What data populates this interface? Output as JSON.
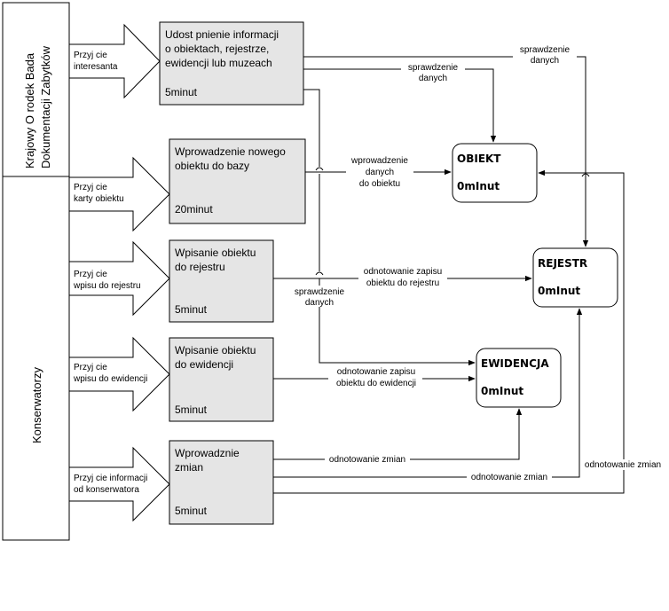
{
  "lanes": {
    "top": [
      "Krajowy O rodek Bada",
      "Dokumentacji Zabytków"
    ],
    "bottom": "Konserwatorzy"
  },
  "inputs": [
    {
      "id": "in1",
      "lines": [
        "Przyj cie",
        "interesanta"
      ]
    },
    {
      "id": "in2",
      "lines": [
        "Przyj cie",
        "karty obiektu"
      ]
    },
    {
      "id": "in3",
      "lines": [
        "Przyj cie",
        "wpisu do rejestru"
      ]
    },
    {
      "id": "in4",
      "lines": [
        "Przyj cie",
        "wpisu do ewidencji"
      ]
    },
    {
      "id": "in5",
      "lines": [
        "Przyj cie informacji",
        "od konserwatora"
      ]
    }
  ],
  "processes": [
    {
      "id": "p1",
      "lines": [
        "Udost pnienie informacji",
        "o obiektach, rejestrze,",
        "ewidencji lub muzeach"
      ],
      "time": "5minut"
    },
    {
      "id": "p2",
      "lines": [
        "Wprowadzenie nowego",
        "obiektu do bazy"
      ],
      "time": "20minut"
    },
    {
      "id": "p3",
      "lines": [
        "Wpisanie obiektu",
        "do rejestru"
      ],
      "time": "5minut"
    },
    {
      "id": "p4",
      "lines": [
        "Wpisanie obiektu",
        "do ewidencji"
      ],
      "time": "5minut"
    },
    {
      "id": "p5",
      "lines": [
        "Wprowadznie",
        "zmian"
      ],
      "time": "5minut"
    }
  ],
  "stores": [
    {
      "id": "obiekt",
      "title": "OBIEKT",
      "time": "0mInut"
    },
    {
      "id": "rejestr",
      "title": "REJESTR",
      "time": "0mInut"
    },
    {
      "id": "ewidencja",
      "title": "EWIDENCJA",
      "time": "0mInut"
    }
  ],
  "flows": {
    "check1": [
      "sprawdzenie",
      "danych"
    ],
    "check2": [
      "sprawdzenie",
      "danych"
    ],
    "check3": [
      "sprawdzenie",
      "danych"
    ],
    "insert_obj": [
      "wprowadzenie",
      "danych",
      "do obiektu"
    ],
    "log_reg": [
      "odnotowanie zapisu",
      "obiektu do rejestru"
    ],
    "log_ewid": [
      "odnotowanie zapisu",
      "obiektu do ewidencji"
    ],
    "chg1": "odnotowanie zmian",
    "chg2": "odnotowanie zmian",
    "chg3": "odnotowanie zmian"
  }
}
